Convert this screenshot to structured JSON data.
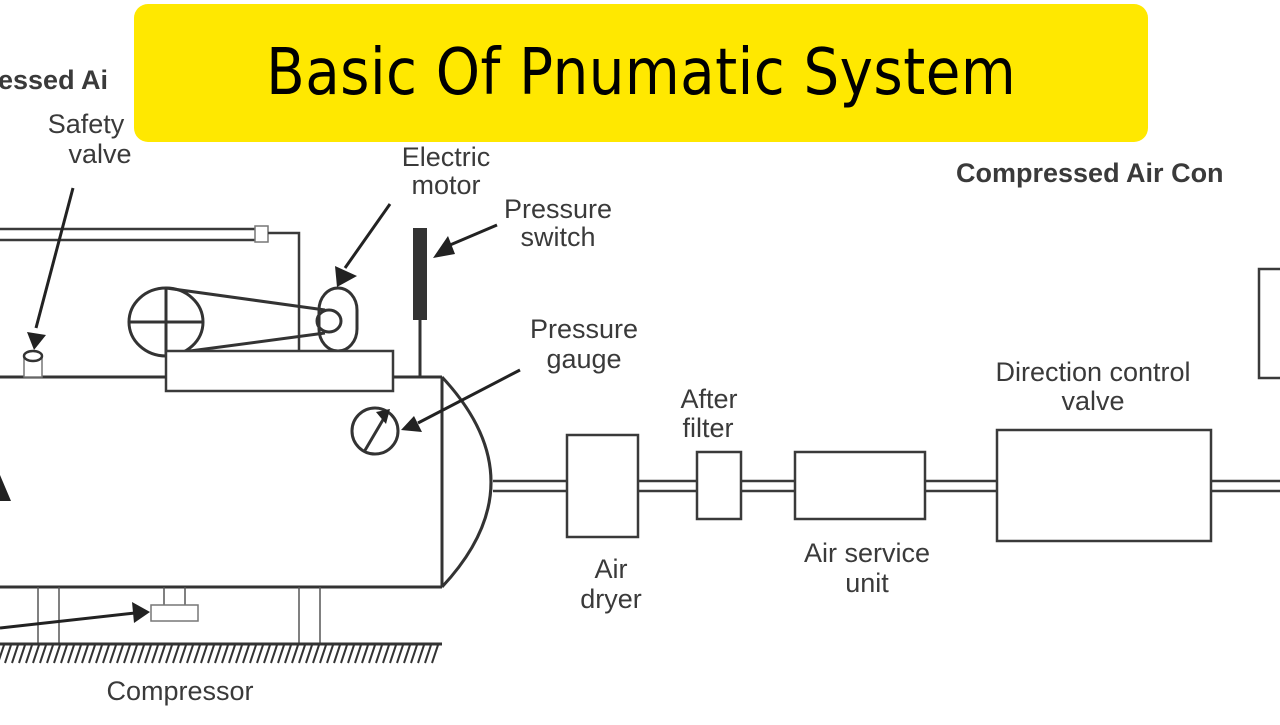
{
  "title_banner": {
    "text": "Basic Of Pnumatic System",
    "background_color": "#ffe800",
    "text_color": "#000000"
  },
  "section_headers": {
    "left": "essed Ai",
    "right": "Compressed Air Con"
  },
  "labels": {
    "safety_valve": [
      "Safety",
      "valve"
    ],
    "electric_motor": [
      "Electric",
      "motor"
    ],
    "pressure_switch": [
      "Pressure",
      "switch"
    ],
    "pressure_gauge": [
      "Pressure",
      "gauge"
    ],
    "after_filter": [
      "After",
      "filter"
    ],
    "air_dryer": [
      "Air",
      "dryer"
    ],
    "air_service_unit": [
      "Air service",
      "unit"
    ],
    "direction_control_valve": [
      "Direction control",
      "valve"
    ],
    "compressor": "Compressor"
  },
  "components": [
    "safety-valve",
    "electric-motor",
    "pressure-switch",
    "pressure-gauge",
    "air-receiver-tank",
    "compressor-pump",
    "drain-valve",
    "air-dryer",
    "after-filter",
    "air-service-unit",
    "direction-control-valve",
    "actuator"
  ],
  "colors": {
    "line": "#333333",
    "text": "#3a3a3a",
    "background": "#ffffff"
  }
}
